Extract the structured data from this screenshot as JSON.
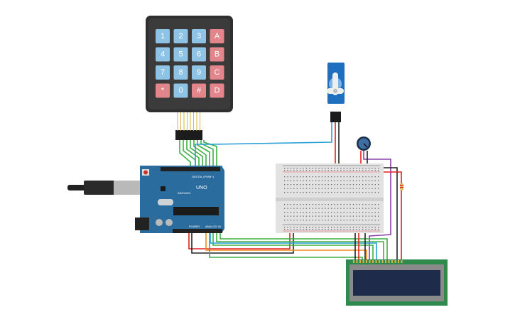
{
  "keypad": {
    "keys": [
      "1",
      "2",
      "3",
      "A",
      "4",
      "5",
      "6",
      "B",
      "7",
      "8",
      "9",
      "C",
      "*",
      "0",
      "#",
      "D"
    ],
    "digit_color": "#8fc3e6",
    "letter_color": "#e3868c"
  },
  "arduino": {
    "model": "UNO",
    "brand": "ARDUINO",
    "power_label": "POWER",
    "analog_label": "ANALOG IN",
    "digital_label": "DIGITAL (PWM~)",
    "board_color": "#2b6c9e"
  },
  "wire_colors": {
    "green": "#3cb043",
    "red": "#e02020",
    "black": "#222222",
    "blue": "#2a9fd6",
    "orange": "#f08c1e",
    "purple": "#8a3fa8"
  }
}
